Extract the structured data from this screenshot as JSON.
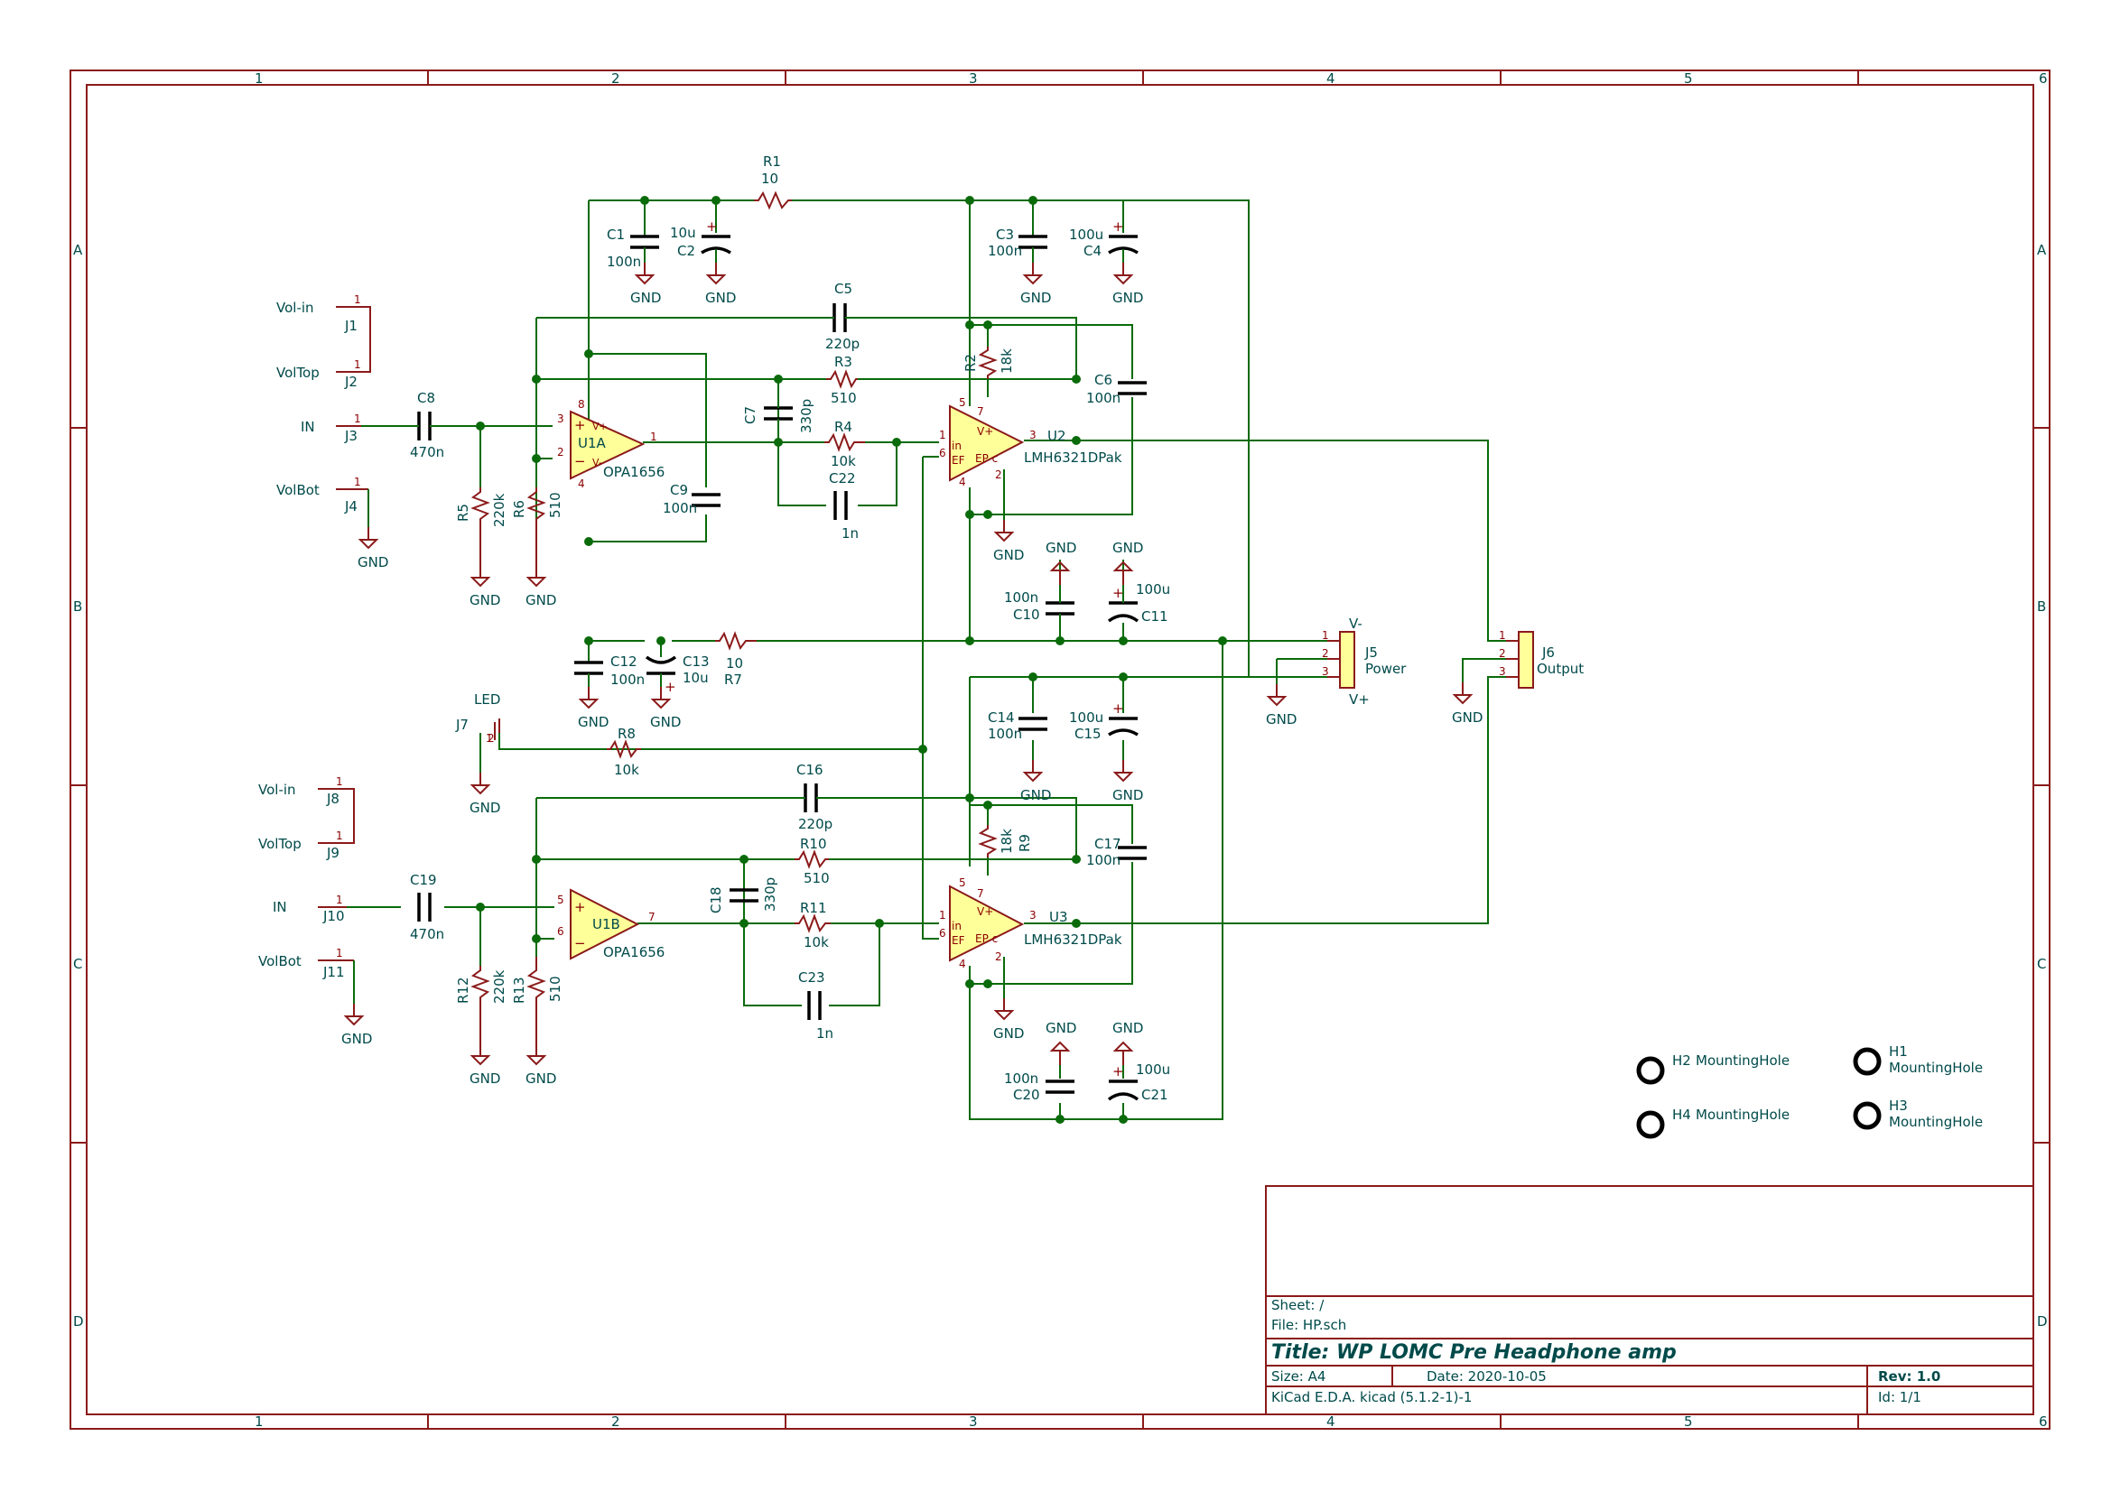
{
  "frame": {
    "columns": [
      "1",
      "2",
      "3",
      "4",
      "5",
      "6"
    ],
    "rows": [
      "A",
      "B",
      "C",
      "D"
    ]
  },
  "title_block": {
    "sheet": "Sheet: /",
    "file": "File: HP.sch",
    "title": "Title: WP LOMC Pre Headphone amp",
    "size": "Size: A4",
    "date": "Date: 2020-10-05",
    "rev": "Rev: 1.0",
    "tool": "KiCad E.D.A.  kicad (5.1.2-1)-1",
    "id": "Id: 1/1"
  },
  "labels": {
    "gnd": "GND",
    "r1": "R1",
    "r1v": "10",
    "c1": "C1",
    "c1v": "100n",
    "c2": "C2",
    "c2v": "10u",
    "c3": "C3",
    "c3v": "100n",
    "c4": "C4",
    "c4v": "100u",
    "c5": "C5",
    "c5v": "220p",
    "r3": "R3",
    "r3v": "510",
    "r2": "R2",
    "r2v": "18k",
    "c6": "C6",
    "c6v": "100n",
    "c7": "C7",
    "c7v": "330p",
    "r4": "R4",
    "r4v": "10k",
    "c22": "C22",
    "c22v": "1n",
    "c8": "C8",
    "c8v": "470n",
    "r5": "R5",
    "r5v": "220k",
    "r6": "R6",
    "r6v": "510",
    "c9": "C9",
    "c9v": "100n",
    "u1a": "U1A",
    "u1a_part": "OPA1656",
    "u1b": "U1B",
    "u1b_part": "OPA1656",
    "u2": "U2",
    "u2_part": "LMH6321DPak",
    "u3": "U3",
    "u3_part": "LMH6321DPak",
    "c10": "C10",
    "c10v": "100n",
    "c11": "C11",
    "c11v": "100u",
    "c12": "C12",
    "c12v": "100n",
    "c13": "C13",
    "c13v": "10u",
    "r7": "R7",
    "r7v": "10",
    "r8": "R8",
    "r8v": "10k",
    "led": "LED",
    "j7": "J7",
    "c14": "C14",
    "c14v": "100n",
    "c15": "C15",
    "c15v": "100u",
    "c16": "C16",
    "c16v": "220p",
    "r10": "R10",
    "r10v": "510",
    "r9": "R9",
    "r9v": "18k",
    "c17": "C17",
    "c17v": "100n",
    "c18": "C18",
    "c18v": "330p",
    "r11": "R11",
    "r11v": "10k",
    "c23": "C23",
    "c23v": "1n",
    "c19": "C19",
    "c19v": "470n",
    "r12": "R12",
    "r12v": "220k",
    "r13": "R13",
    "r13v": "510",
    "c20": "C20",
    "c20v": "100n",
    "c21": "C21",
    "c21v": "100u",
    "j1": "J1",
    "j1n": "Vol-in",
    "j2": "J2",
    "j2n": "VolTop",
    "j3": "J3",
    "j3n": "IN",
    "j4": "J4",
    "j4n": "VolBot",
    "j8": "J8",
    "j8n": "Vol-in",
    "j9": "J9",
    "j9n": "VolTop",
    "j10": "J10",
    "j10n": "IN",
    "j11": "J11",
    "j11n": "VolBot",
    "j5": "J5",
    "j5n": "Power",
    "j6": "J6",
    "j6n": "Output",
    "vminus": "V-",
    "vplus": "V+",
    "h1": "H1",
    "h2": "H2",
    "h3": "H3",
    "h4": "H4",
    "mh": "MountingHole",
    "pin_in": "in",
    "pin_ef": "EF",
    "pin_vp": "V+",
    "pin_vm": "V-",
    "pin_epc": "EP c",
    "pin_gnd": "gnd",
    "p1": "1",
    "p2": "2",
    "p3": "3",
    "p4": "4",
    "p5": "5",
    "p6": "6",
    "p7": "7",
    "p8": "8",
    "plus": "+",
    "minus": "−"
  }
}
